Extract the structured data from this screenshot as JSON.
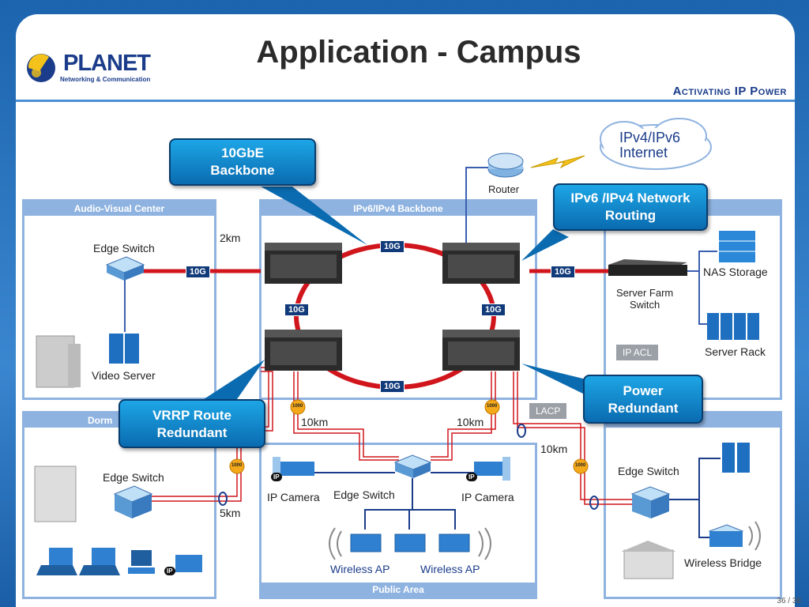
{
  "title": "Application - Campus",
  "logo": {
    "name": "PLANET",
    "subtitle": "Networking & Communication"
  },
  "tagline": "Activating IP Power",
  "page_number": "36 / 38",
  "zones": {
    "audio_visual": "Audio-Visual Center",
    "backbone": "IPv6/IPv4 Backbone",
    "dorm": "Dorm",
    "public": "Public Area"
  },
  "labels": {
    "edge_switch_av": "Edge Switch",
    "video_server": "Video Server",
    "dist_2km": "2km",
    "router": "Router",
    "internet": "IPv4/IPv6\nInternet",
    "nas_storage": "NAS Storage",
    "server_farm_switch": "Server Farm\nSwitch",
    "server_rack": "Server Rack",
    "ip_acl": "IP ACL",
    "lacp": "LACP",
    "dist_10km_left": "10km",
    "dist_10km_mid": "10km",
    "dist_10km_right": "10km",
    "dist_5km": "5km",
    "edge_switch_dorm": "Edge Switch",
    "ip_camera_left": "IP Camera",
    "edge_switch_public": "Edge Switch",
    "ip_camera_right": "IP Camera",
    "wireless_ap_left": "Wireless AP",
    "wireless_ap_right": "Wireless AP",
    "edge_switch_right": "Edge Switch",
    "wireless_bridge": "Wireless Bridge"
  },
  "link_tags": [
    "10G",
    "10G",
    "10G",
    "10G",
    "10G",
    "10G"
  ],
  "fiber_tag": "1000",
  "ip_tag": "IP",
  "callouts": {
    "backbone": "10GbE\nBackbone",
    "routing": "IPv6 /IPv4 Network\nRouting",
    "vrrp": "VRRP Route\nRedundant",
    "power": "Power\nRedundant"
  },
  "colors": {
    "ring": "#d0161c",
    "zone_border": "#8fb3e0",
    "callout": "#0a8ad0",
    "brand": "#1a3c8a"
  }
}
